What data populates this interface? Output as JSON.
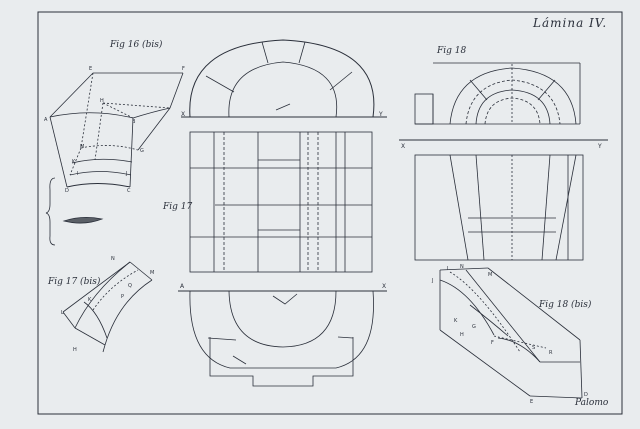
{
  "sheet": {
    "title": "Lámina IV.",
    "signature": "Palomo",
    "figures": {
      "fig16": "Fig 16 (bis)",
      "fig17": "Fig 17",
      "fig17bis": "Fig 17 (bis)",
      "fig18": "Fig 18",
      "fig18bis": "Fig 18 (bis)"
    },
    "axis": {
      "x": "X",
      "y": "Y",
      "a": "A"
    },
    "points16": {
      "E": "E",
      "F": "F",
      "A": "A",
      "B": "B",
      "H": "H",
      "M": "M",
      "G": "G",
      "K": "K",
      "I": "I",
      "J": "J",
      "D": "D",
      "C": "C"
    },
    "points17bis": {
      "N": "N",
      "M": "M",
      "Q": "Q",
      "L": "L",
      "K": "K",
      "P": "P",
      "H": "H"
    },
    "points18bis": {
      "J": "J",
      "L": "L",
      "N": "N",
      "M": "M",
      "K": "K",
      "H": "H",
      "G": "G",
      "F": "F",
      "E": "E",
      "D": "D",
      "S": "S",
      "R": "R"
    }
  },
  "colors": {
    "paper": "#e9ecee",
    "ink": "#2a2f3a",
    "shade": "#5a5f66"
  }
}
